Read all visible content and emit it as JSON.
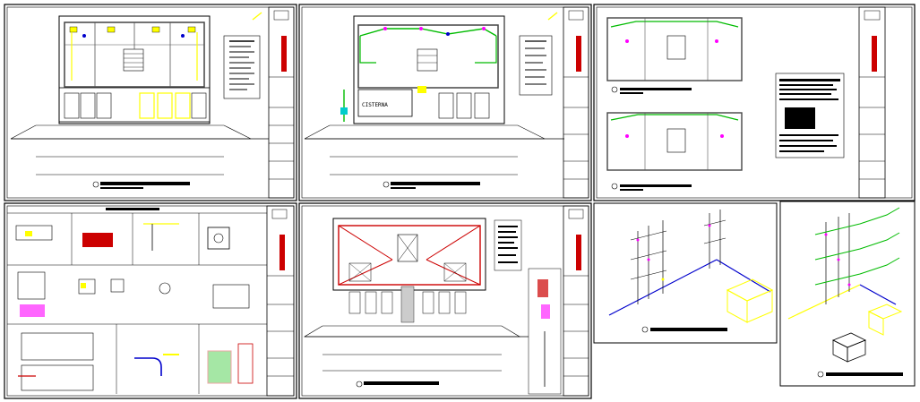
{
  "drawing_set": {
    "sheets": [
      {
        "id": "s1",
        "label": ""
      },
      {
        "id": "s2",
        "label": ""
      },
      {
        "id": "s3",
        "label": ""
      },
      {
        "id": "s4",
        "label": ""
      },
      {
        "id": "s5",
        "label": ""
      },
      {
        "id": "s6",
        "label": ""
      },
      {
        "id": "s7",
        "label": ""
      }
    ],
    "texts": {
      "cisterna": "CISTERNA"
    },
    "colors": {
      "background": "#ffffff",
      "linework": "#000000",
      "cold_water": "#00bb00",
      "hot_water": "#ff00ff",
      "equipment": "#ffff00",
      "wall_red": "#cc0000",
      "pipe_blue": "#0000cc",
      "cyan_fixture": "#00cccc"
    }
  }
}
